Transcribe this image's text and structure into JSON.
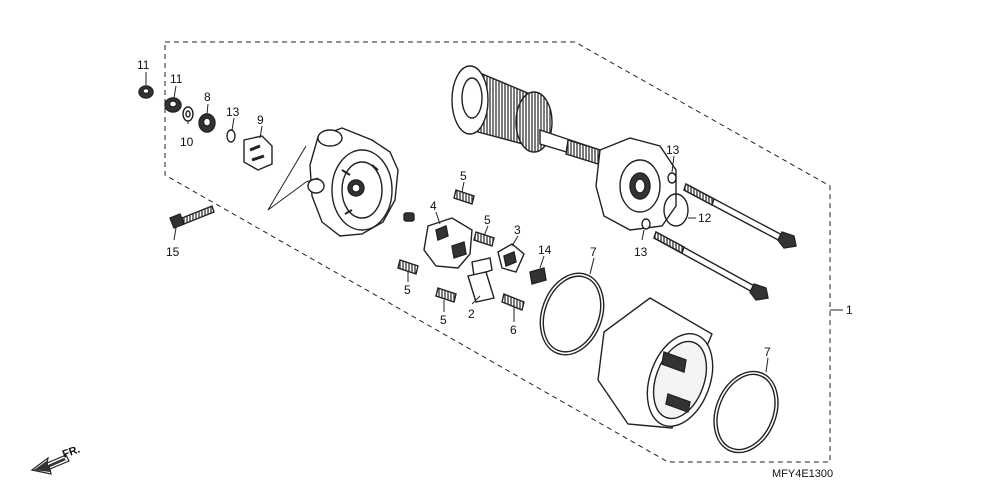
{
  "diagram": {
    "code": "MFY4E1300",
    "front_label": "FR.",
    "callouts": {
      "c1": "1",
      "c2": "2",
      "c3": "3",
      "c4": "4",
      "c5a": "5",
      "c5b": "5",
      "c5c": "5",
      "c5d": "5",
      "c6": "6",
      "c7a": "7",
      "c7b": "7",
      "c8": "8",
      "c9": "9",
      "c10": "10",
      "c11a": "11",
      "c11b": "11",
      "c12": "12",
      "c13a": "13",
      "c13b": "13",
      "c13c": "13",
      "c14": "14",
      "c15": "15"
    }
  }
}
